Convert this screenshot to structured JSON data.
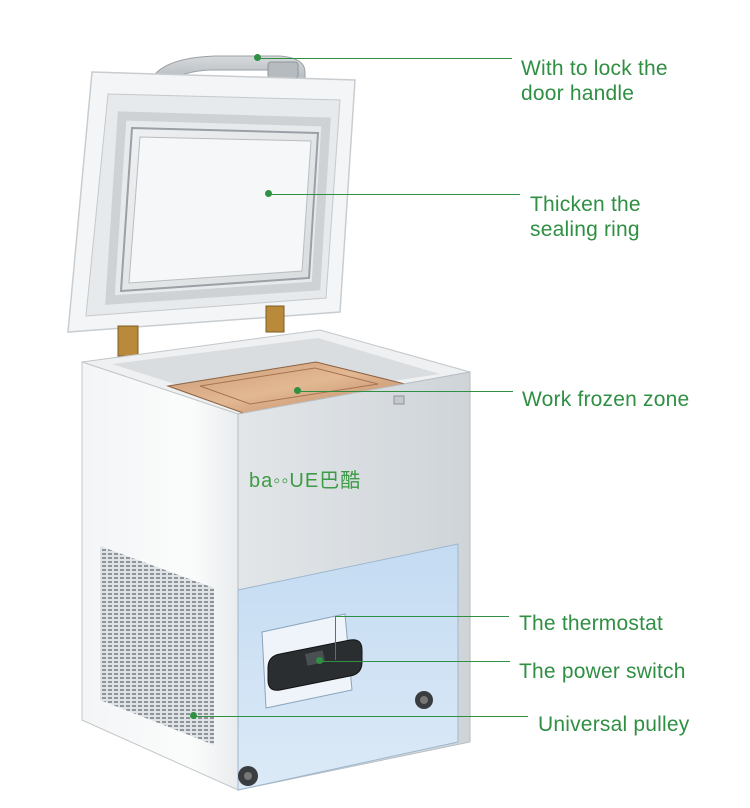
{
  "product": {
    "brand_logo": "ba◦◦UE巴酷",
    "callouts": [
      {
        "line1": "With to lock the",
        "line2": "door handle"
      },
      {
        "line1": "Thicken the",
        "line2": "sealing ring"
      },
      {
        "line1": "Work frozen zone",
        "line2": ""
      },
      {
        "line1": "The thermostat",
        "line2": ""
      },
      {
        "line1": "The power switch",
        "line2": ""
      },
      {
        "line1": "Universal pulley",
        "line2": ""
      }
    ]
  },
  "colors": {
    "accent": "#2f8f43",
    "panel_blue": "#cfe2f5",
    "body_white": "#f7f8f9"
  }
}
